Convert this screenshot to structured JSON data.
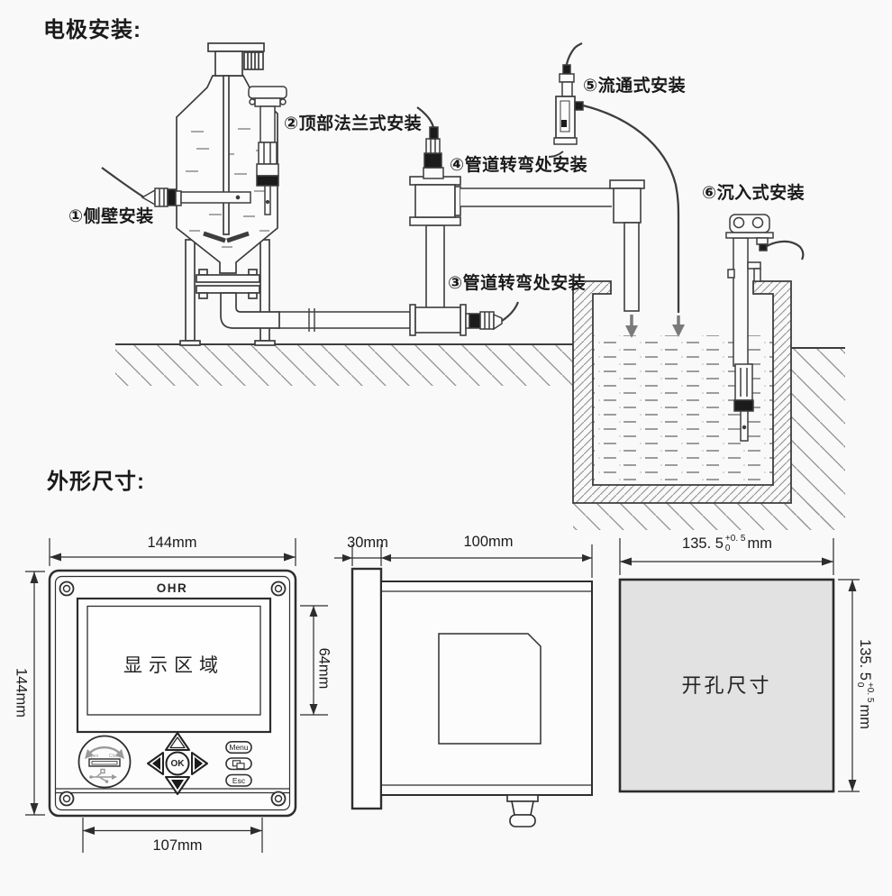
{
  "install_section": {
    "title": "电极安装:",
    "labels": {
      "side_wall": "①侧壁安装",
      "top_flange": "②顶部法兰式安装",
      "pipe_bend_lower": "③管道转弯处安装",
      "pipe_bend_upper": "④管道转弯处安装",
      "flow_through": "⑤流通式安装",
      "submersion": "⑥沉入式安装"
    }
  },
  "dimensions_section": {
    "title": "外形尺寸:",
    "front_view": {
      "logo": "OHR",
      "display_label": "显示区域",
      "width_dim": "144mm",
      "height_dim": "144mm",
      "display_height_dim": "64mm",
      "body_width_dim": "107mm",
      "keys": {
        "ok": "OK",
        "menu": "Menu",
        "esc": "Esc"
      },
      "usb": {
        "open": "Open",
        "close": "Close"
      }
    },
    "side_view": {
      "bezel_depth_dim": "30mm",
      "body_depth_dim": "100mm"
    },
    "cutout_view": {
      "label": "开孔尺寸",
      "width_value": "135. 5",
      "height_value": "135. 5",
      "tol_plus": "+0. 5",
      "tol_minus": "0",
      "unit": "mm"
    }
  },
  "colors": {
    "background": "#f9f9f9",
    "line": "#3d3d3d",
    "dimension_line": "#2d2d2d",
    "hatch": "#8f8f8f",
    "water_dash": "#8c8c8c",
    "part_fill": "#fbfbfb",
    "dark_part": "#1b1b1b",
    "cutout_fill": "#e2e2e2"
  }
}
